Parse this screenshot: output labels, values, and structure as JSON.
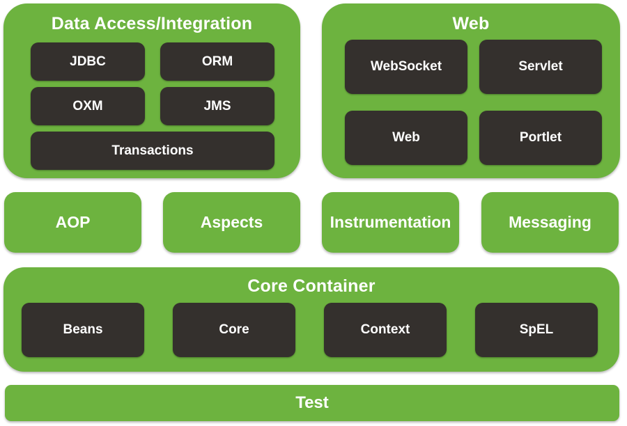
{
  "data_access": {
    "title": "Data Access/Integration",
    "jdbc": "JDBC",
    "orm": "ORM",
    "oxm": "OXM",
    "jms": "JMS",
    "transactions": "Transactions"
  },
  "web": {
    "title": "Web",
    "websocket": "WebSocket",
    "servlet": "Servlet",
    "web": "Web",
    "portlet": "Portlet"
  },
  "middle": {
    "aop": "AOP",
    "aspects": "Aspects",
    "instrumentation": "Instrumentation",
    "messaging": "Messaging"
  },
  "core_container": {
    "title": "Core Container",
    "beans": "Beans",
    "core": "Core",
    "context": "Context",
    "spel": "SpEL"
  },
  "test": {
    "label": "Test"
  },
  "colors": {
    "module_green": "#6db33f",
    "component_dark": "#34302d",
    "text": "#ffffff"
  }
}
